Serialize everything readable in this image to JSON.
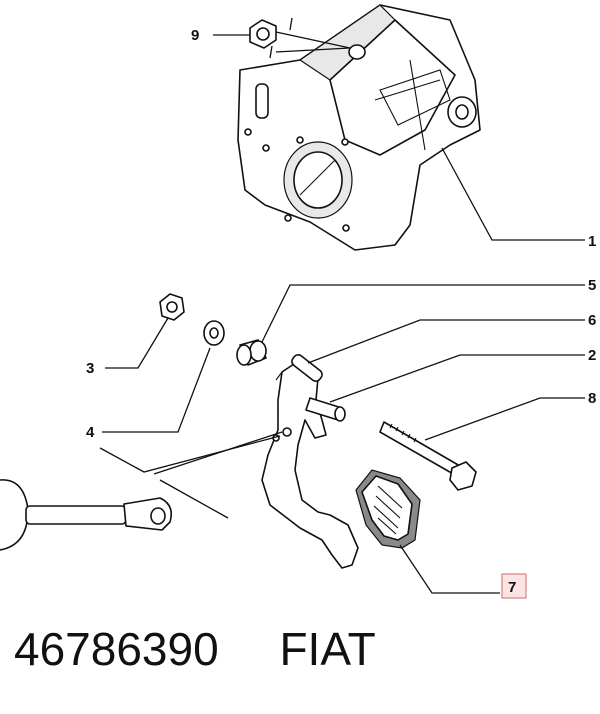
{
  "callouts": [
    {
      "id": "9",
      "label": "9"
    },
    {
      "id": "1",
      "label": "1"
    },
    {
      "id": "5",
      "label": "5"
    },
    {
      "id": "6",
      "label": "6"
    },
    {
      "id": "3",
      "label": "3"
    },
    {
      "id": "2",
      "label": "2"
    },
    {
      "id": "8",
      "label": "8"
    },
    {
      "id": "4",
      "label": "4"
    },
    {
      "id": "7",
      "label": "7",
      "highlighted": true
    }
  ],
  "footer": {
    "part_number": "46786390",
    "brand": "FIAT"
  },
  "colors": {
    "line": "#111111",
    "highlight_fill": "#fde4e4",
    "highlight_border": "#d98080"
  }
}
